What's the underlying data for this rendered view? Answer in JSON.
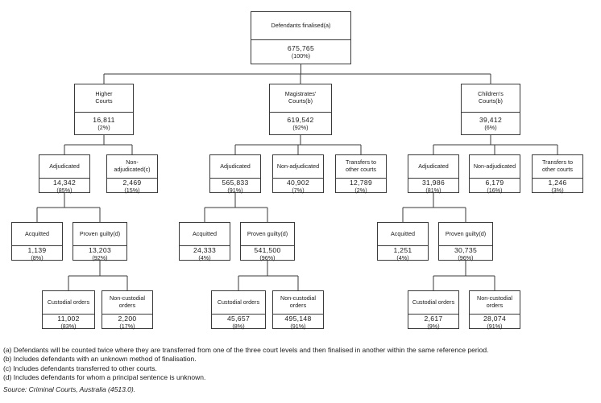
{
  "nodes": {
    "root": {
      "label": "Defendants finalised(a)",
      "value": "675,765",
      "pct": "(100%)"
    },
    "hc": {
      "label": "Higher\nCourts",
      "value": "16,811",
      "pct": "(2%)"
    },
    "mc": {
      "label": "Magistrates'\nCourts(b)",
      "value": "619,542",
      "pct": "(92%)"
    },
    "cc": {
      "label": "Children's\nCourts(b)",
      "value": "39,412",
      "pct": "(6%)"
    },
    "hc_adj": {
      "label": "Adjudicated",
      "value": "14,342",
      "pct": "(85%)"
    },
    "hc_non": {
      "label": "Non-adjudicated(c)",
      "value": "2,469",
      "pct": "(15%)"
    },
    "mc_adj": {
      "label": "Adjudicated",
      "value": "565,833",
      "pct": "(91%)"
    },
    "mc_non": {
      "label": "Non-adjudicated",
      "value": "40,902",
      "pct": "(7%)"
    },
    "mc_tr": {
      "label": "Transfers to\nother courts",
      "value": "12,789",
      "pct": "(2%)"
    },
    "cc_adj": {
      "label": "Adjudicated",
      "value": "31,986",
      "pct": "(81%)"
    },
    "cc_non": {
      "label": "Non-adjudicated",
      "value": "6,179",
      "pct": "(16%)"
    },
    "cc_tr": {
      "label": "Transfers to\nother courts",
      "value": "1,246",
      "pct": "(3%)"
    },
    "hc_acq": {
      "label": "Acquitted",
      "value": "1,139",
      "pct": "(8%)"
    },
    "hc_pg": {
      "label": "Proven guilty(d)",
      "value": "13,203",
      "pct": "(92%)"
    },
    "mc_acq": {
      "label": "Acquitted",
      "value": "24,333",
      "pct": "(4%)"
    },
    "mc_pg": {
      "label": "Proven guilty(d)",
      "value": "541,500",
      "pct": "(96%)"
    },
    "cc_acq": {
      "label": "Acquitted",
      "value": "1,251",
      "pct": "(4%)"
    },
    "cc_pg": {
      "label": "Proven guilty(d)",
      "value": "30,735",
      "pct": "(96%)"
    },
    "hc_cus": {
      "label": "Custodial orders",
      "value": "11,002",
      "pct": "(83%)"
    },
    "hc_nc": {
      "label": "Non-custodial\norders",
      "value": "2,200",
      "pct": "(17%)"
    },
    "mc_cus": {
      "label": "Custodial orders",
      "value": "45,657",
      "pct": "(8%)"
    },
    "mc_nc": {
      "label": "Non-custodial\norders",
      "value": "495,148",
      "pct": "(91%)"
    },
    "cc_cus": {
      "label": "Custodial orders",
      "value": "2,617",
      "pct": "(9%)"
    },
    "cc_nc": {
      "label": "Non-custodial\norders",
      "value": "28,074",
      "pct": "(91%)"
    }
  },
  "footnotes": [
    "(a) Defendants will be counted twice where they are transferred from one of the three court levels and then finalised in another within the same reference period.",
    "(b) Includes defendants with an unknown method of finalisation.",
    "(c) Includes defendants transferred to other courts.",
    "(d) Includes defendants for whom a principal sentence is unknown."
  ],
  "source": "Source: Criminal Courts, Australia (4513.0)."
}
